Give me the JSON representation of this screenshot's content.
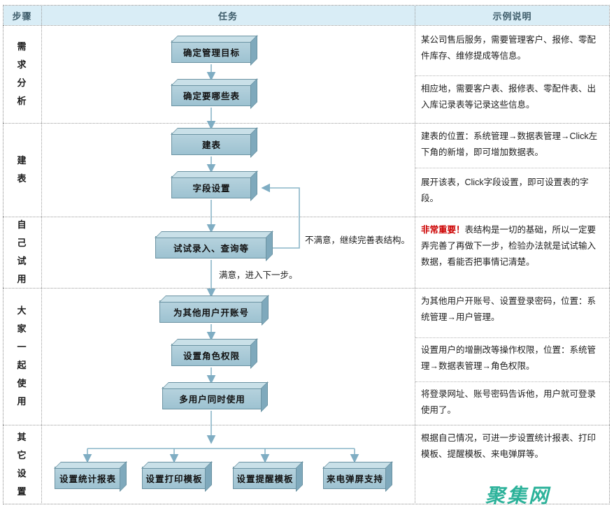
{
  "header": {
    "step": "步骤",
    "task": "任务",
    "example": "示例说明"
  },
  "rows": [
    {
      "step": "需求分析",
      "boxes": [
        "确定管理目标",
        "确定要哪些表"
      ],
      "notes": [
        {
          "text": "某公司售后服务，需要管理客户、报修、零配件库存、维修提成等信息。"
        },
        {
          "text": "相应地，需要客户表、报修表、零配件表、出入库记录表等记录这些信息。"
        }
      ]
    },
    {
      "step": "建表",
      "boxes": [
        "建表",
        "字段设置"
      ],
      "notes": [
        {
          "text": "建表的位置：系统管理→数据表管理→Click左下角的新增，即可增加数据表。"
        },
        {
          "text": "展开该表，Click字段设置，即可设置表的字段。"
        }
      ]
    },
    {
      "step": "自己试用",
      "boxes": [
        "试试录入、查询等"
      ],
      "notes": [
        {
          "highlight": "非常重要！",
          "text": "表结构是一切的基础，所以一定要弄完善了再做下一步，检验办法就是试试输入数据，看能否把事情记清楚。"
        }
      ],
      "edge_labels": {
        "unsatisfied": "不满意，继续完善表结构。",
        "satisfied": "满意，进入下一步。"
      }
    },
    {
      "step": "大家一起使用",
      "boxes": [
        "为其他用户开账号",
        "设置角色权限",
        "多用户同时使用"
      ],
      "notes": [
        {
          "text": "为其他用户开账号、设置登录密码，位置：系统管理→用户管理。"
        },
        {
          "text": "设置用户的增删改等操作权限，位置：系统管理→数据表管理→角色权限。"
        },
        {
          "text": "将登录网址、账号密码告诉他，用户就可登录使用了。"
        }
      ]
    },
    {
      "step": "其它设置",
      "boxes": [
        "设置统计报表",
        "设置打印模板",
        "设置提醒模板",
        "来电弹屏支持"
      ],
      "notes": [
        {
          "text": "根据自己情况，可进一步设置统计报表、打印模板、提醒模板、来电弹屏等。"
        }
      ]
    }
  ],
  "watermark": {
    "text": "聚集网",
    "color": "#2cb29a"
  },
  "colors": {
    "header_bg": "#d9edf6",
    "header_text": "#3f5d6b",
    "box_front": "#a6c6d3",
    "box_top": "#c9e0e8",
    "box_side": "#7fa9bc",
    "box_border": "#6a92a2",
    "connector": "#8ab5c8",
    "highlight": "#cc0000"
  }
}
